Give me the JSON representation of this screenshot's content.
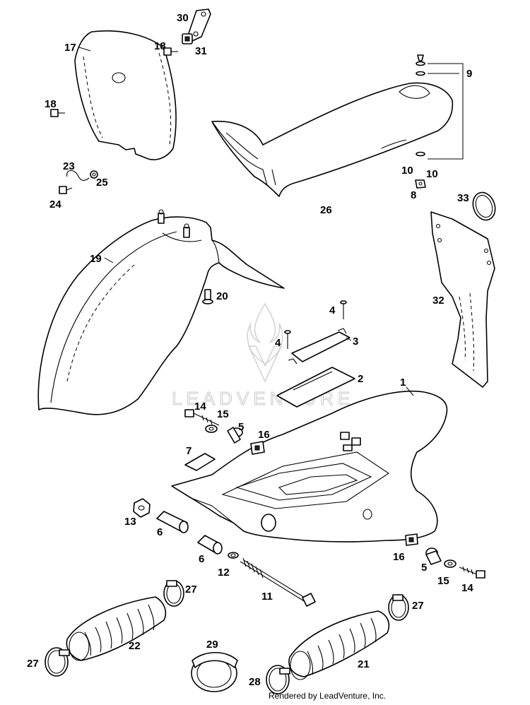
{
  "watermark": {
    "text": "LEADVENTURE"
  },
  "footer": {
    "credit": "Rendered by LeadVenture, Inc."
  },
  "callouts": {
    "c1": "1",
    "c2": "2",
    "c3": "3",
    "c4a": "4",
    "c4b": "4",
    "c5a": "5",
    "c5b": "5",
    "c6a": "6",
    "c6b": "6",
    "c7": "7",
    "c8": "8",
    "c9": "9",
    "c10a": "10",
    "c10b": "10",
    "c11": "11",
    "c12": "12",
    "c13": "13",
    "c14a": "14",
    "c14b": "14",
    "c15a": "15",
    "c15b": "15",
    "c16a": "16",
    "c16b": "16",
    "c17": "17",
    "c18a": "18",
    "c18b": "18",
    "c19": "19",
    "c20": "20",
    "c21": "21",
    "c22": "22",
    "c23": "23",
    "c24": "24",
    "c25": "25",
    "c26": "26",
    "c27a": "27",
    "c27b": "27",
    "c27c": "27",
    "c28": "28",
    "c29": "29",
    "c30": "30",
    "c31": "31",
    "c32": "32",
    "c33": "33"
  }
}
